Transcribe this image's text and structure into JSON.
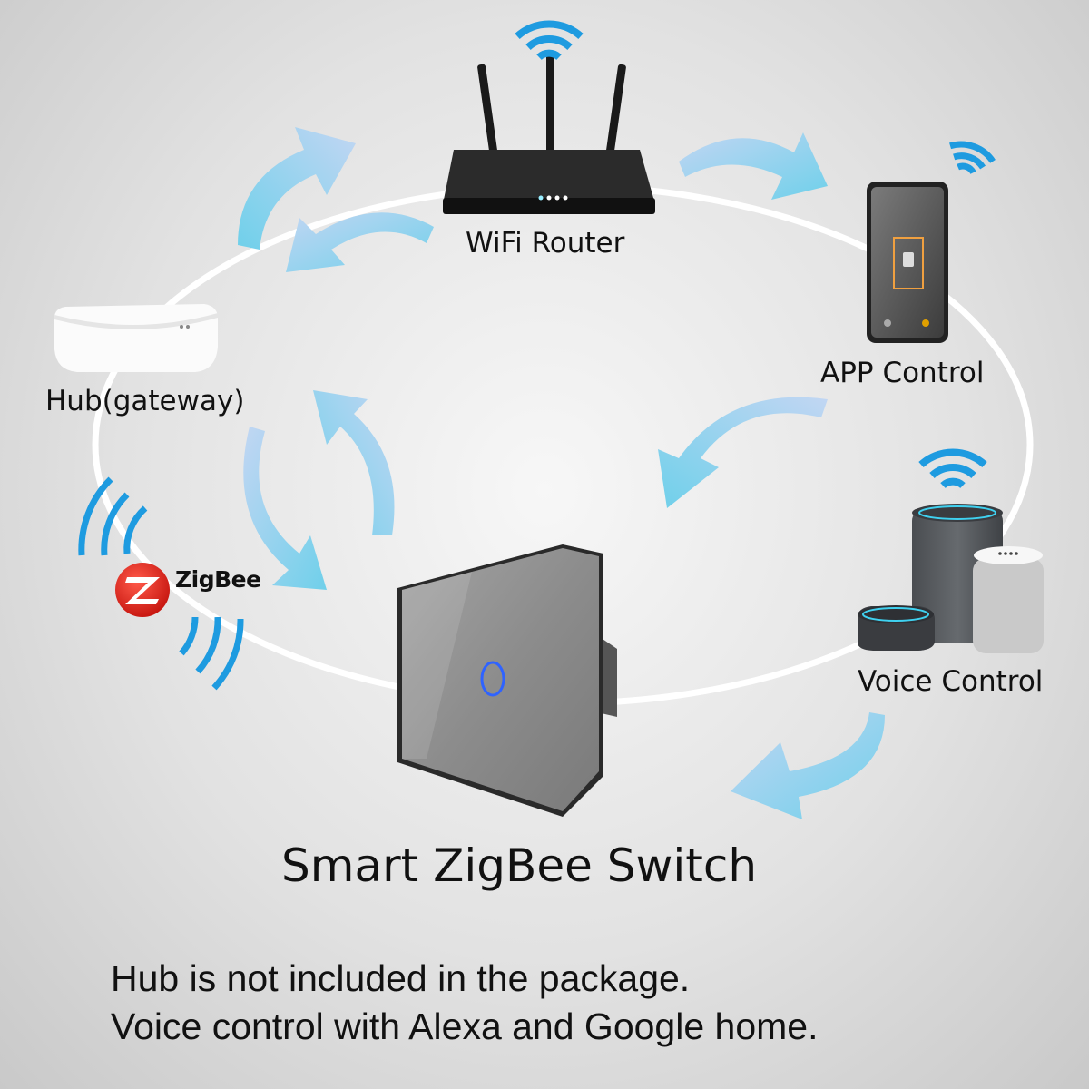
{
  "nodes": {
    "router": "WiFi Router",
    "app": "APP Control",
    "hub": "Hub(gateway)",
    "voice": "Voice Control",
    "zigbee_logo": "ZigBee"
  },
  "title": "Smart ZigBee Switch",
  "notes": [
    "Hub is not included in the package.",
    "Voice control with Alexa and Google home."
  ],
  "colors": {
    "wifi": "#1e9be0",
    "arrow_start": "#b9d4f2",
    "arrow_end": "#71d2ec",
    "ring": "#ffffff",
    "switch_glass": "#8e8e8e",
    "switch_ring": "#2f63ff",
    "zigbee_red": "#e2231a"
  }
}
